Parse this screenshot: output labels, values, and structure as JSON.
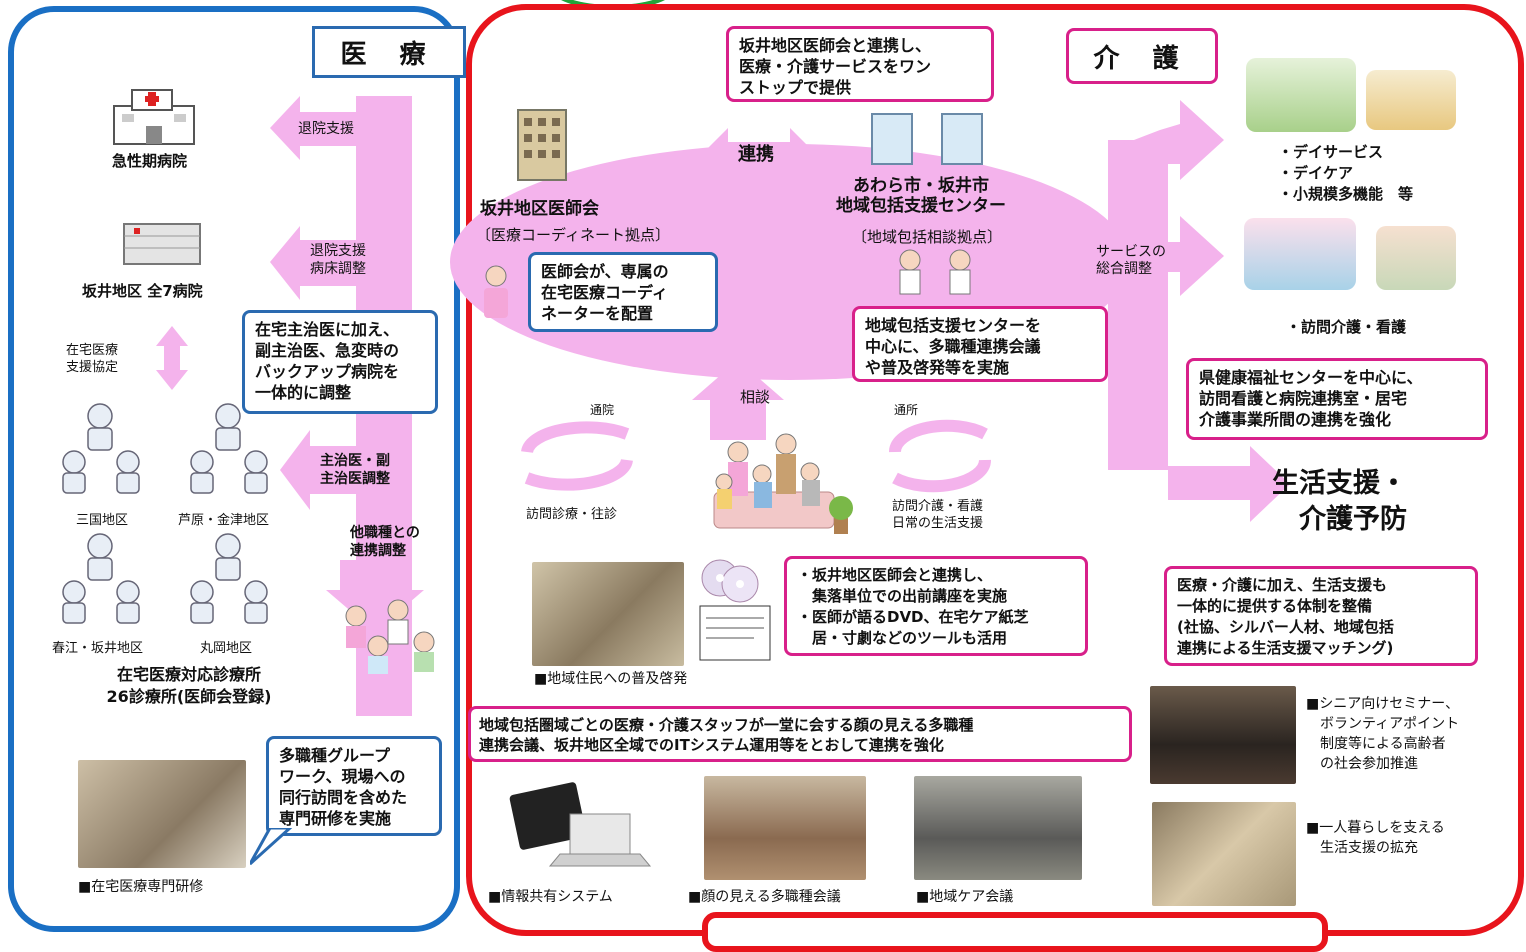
{
  "medical": {
    "title": "医 療",
    "hospital_acute": "急性期病院",
    "hospital_all": "坂井地区 全7病院",
    "arrow_discharge": "退院支援",
    "arrow_discharge_bed": "退院支援\n病床調整",
    "home_support_agreement": "在宅医療\n支援協定",
    "callout_backup": "在宅主治医に加え、\n副主治医、急変時の\nバックアップ病院を\n一体的に調整",
    "arrow_doctor": "主治医・副\n主治医調整",
    "arrow_multi": "他職種との\n連携調整",
    "areas": [
      "三国地区",
      "芦原・金津地区",
      "春江・坂井地区",
      "丸岡地区"
    ],
    "clinics": "在宅医療対応診療所\n26診療所(医師会登録)",
    "callout_training": "多職種グループ\nワーク、現場への\n同行訪問を含めた\n専門研修を実施",
    "photo_training_caption": "■在宅医療専門研修"
  },
  "care": {
    "title": "介 護",
    "callout_onestop": "坂井地区医師会と連携し、\n医療・介護サービスをワン\nストップで提供",
    "link": "連携",
    "medical_assoc": "坂井地区医師会",
    "medical_assoc_sub": "〔医療コーディネート拠点〕",
    "callout_coordinator": "医師会が、専属の\n在宅医療コーディ\nネーターを配置",
    "center": "あわら市・坂井市\n地域包括支援センター",
    "center_sub": "〔地域包括相談拠点〕",
    "callout_center": "地域包括支援センターを\n中心に、多職種連携会議\nや普及啓発等を実施",
    "service_adjust": "サービスの\n総合調整",
    "services": "・デイサービス\n・デイケア\n・小規模多機能　等",
    "visit_care": "・訪問介護・看護",
    "callout_pref": "県健康福祉センターを中心に、\n訪問看護と病院連携室・居宅\n介護事業所間の連携を強化",
    "life_support": "生活支援・\n　介護予防",
    "consult": "相談",
    "outpatient": "通院",
    "home_visit": "訪問診療・往診",
    "day_visit": "通所",
    "visit_nursing": "訪問介護・看護\n日常の生活支援",
    "callout_outreach": "・坂井地区医師会と連携し、\n　集落単位での出前講座を実施\n・医師が語るDVD、在宅ケア紙芝\n　居・寸劇などのツールも活用",
    "photo_outreach_caption": "■地域住民への普及啓発",
    "callout_integrated": "医療・介護に加え、生活支援も\n一体的に提供する体制を整備\n(社協、シルバー人材、地域包括\n連携による生活支援マッチング)",
    "callout_meeting": "地域包括圏域ごとの医療・介護スタッフが一堂に会する顔の見える多職種\n連携会議、坂井地区全域でのITシステム運用等をとおして連携を強化",
    "photo_it_caption": "■情報共有システム",
    "photo_meeting_caption": "■顔の見える多職種会議",
    "photo_care_caption": "■地域ケア会議",
    "photo_senior_caption": "■シニア向けセミナー、\n　ボランティアポイント\n　制度等による高齢者\n　の社会参加推進",
    "photo_alone_caption": "■一人暮らしを支える\n　生活支援の拡充"
  },
  "colors": {
    "blue_border": "#1a6fc4",
    "red_border": "#e8141c",
    "pink_arrow": "#f4a6e8",
    "callout_pink": "#d8208a",
    "callout_blue": "#2a6ab0"
  }
}
